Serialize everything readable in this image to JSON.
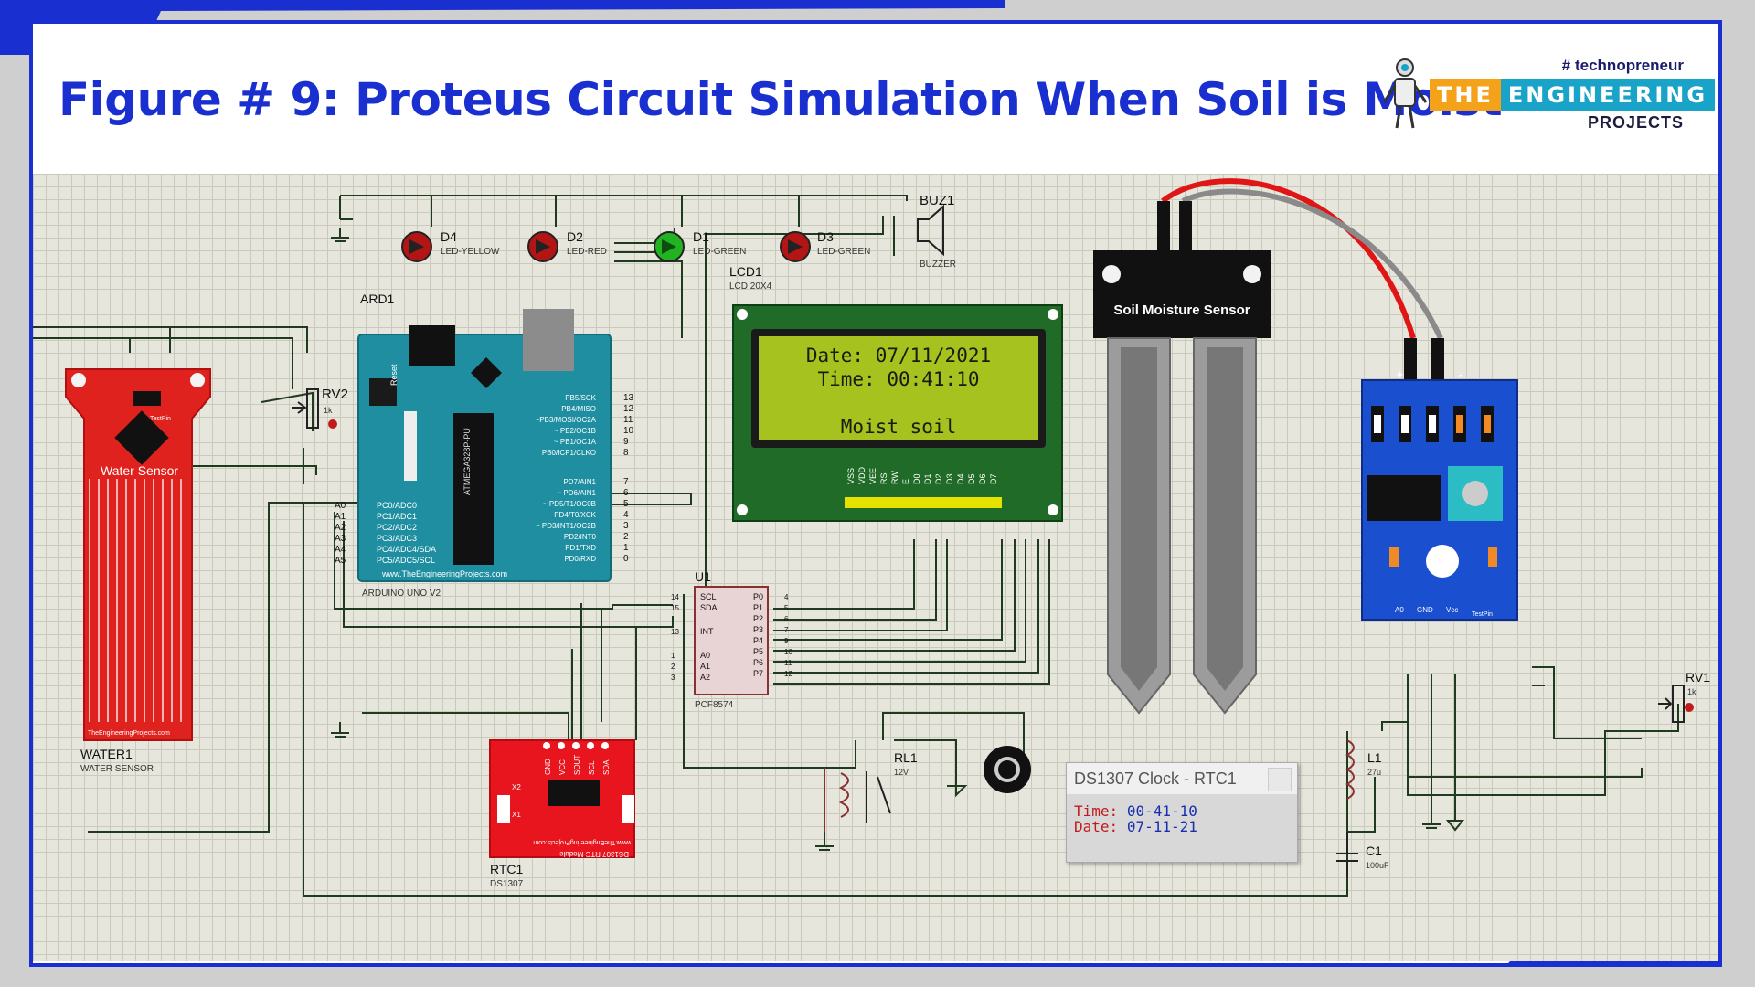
{
  "figure_title": "Figure # 9: Proteus Circuit Simulation When Soil is Moist",
  "logo": {
    "tag": "# technopreneur",
    "the": "THE",
    "engineering": "ENGINEERING",
    "projects": "PROJECTS"
  },
  "leds": [
    {
      "ref": "D4",
      "type": "LED-YELLOW",
      "color": "#d81b1b",
      "lit": false
    },
    {
      "ref": "D2",
      "type": "LED-RED",
      "color": "#d81b1b",
      "lit": false
    },
    {
      "ref": "D1",
      "type": "LED-GREEN",
      "color": "#1aa31a",
      "lit": true
    },
    {
      "ref": "D3",
      "type": "LED-GREEN",
      "color": "#d81b1b",
      "lit": false
    }
  ],
  "buzzer": {
    "ref": "BUZ1",
    "type": "BUZZER"
  },
  "lcd": {
    "ref": "LCD1",
    "type": "LCD 20X4",
    "line1": "Date: 07/11/2021",
    "line2": "Time: 00:41:10",
    "line3": "",
    "line4": "Moist soil",
    "pins": [
      "VSS",
      "VDD",
      "VEE",
      "RS",
      "RW",
      "E",
      "D0",
      "D1",
      "D2",
      "D3",
      "D4",
      "D5",
      "D6",
      "D7"
    ]
  },
  "arduino": {
    "ref": "ARD1",
    "type": "ARDUINO UNO V2",
    "chip": "ATMEGA328P-PU",
    "site": "www.TheEngineeringProjects.com",
    "reset": "Reset",
    "analog_pins": [
      "A0",
      "A1",
      "A2",
      "A3",
      "A4",
      "A5"
    ],
    "analog_labels": [
      "PC0/ADC0",
      "PC1/ADC1",
      "PC2/ADC2",
      "PC3/ADC3",
      "PC4/ADC4/SDA",
      "PC5/ADC5/SCL"
    ],
    "digital_top": [
      "PB5/SCK",
      "PB4/MISO",
      "~PB3/MOSI/OC2A",
      "~ PB2/OC1B",
      "~ PB1/OC1A",
      "PB0/ICP1/CLKO"
    ],
    "digital_bottom": [
      "PD7/AIN1",
      "~ PD6/AIN1",
      "~ PD5/T1/OC0B",
      "PD4/T0/XCK",
      "~ PD3/INT1/OC2B",
      "PD2/INT0",
      "PD1/TXD",
      "PD0/RXD"
    ],
    "pin_numbers_top": [
      "13",
      "12",
      "11",
      "10",
      "9",
      "8"
    ],
    "pin_numbers_bottom": [
      "7",
      "6",
      "5",
      "4",
      "3",
      "2",
      "1",
      "0"
    ]
  },
  "water_sensor": {
    "label": "Water Sensor",
    "ref": "WATER1",
    "type": "WATER SENSOR",
    "site": "TheEngineeringProjects.com",
    "test": "TestPin"
  },
  "rv2": {
    "ref": "RV2",
    "value": "1k"
  },
  "rv1": {
    "ref": "RV1",
    "value": "1k"
  },
  "pcf": {
    "ref": "U1",
    "type": "PCF8574",
    "left_pins": [
      "SCL",
      "SDA",
      "INT",
      "A0",
      "A1",
      "A2"
    ],
    "left_nums": [
      "14",
      "15",
      "13",
      "1",
      "2",
      "3"
    ],
    "right_pins": [
      "P0",
      "P1",
      "P2",
      "P3",
      "P4",
      "P5",
      "P6",
      "P7"
    ],
    "right_nums": [
      "4",
      "5",
      "6",
      "7",
      "9",
      "10",
      "11",
      "12"
    ]
  },
  "rtc": {
    "ref": "RTC1",
    "type": "DS1307",
    "pins": [
      "GND",
      "VCC",
      "SOUT",
      "SCL",
      "SDA"
    ],
    "x1": "X1",
    "x2": "X2",
    "label": "DS1307 RTC Module",
    "site": "www.TheEngineeringProjects.com"
  },
  "relay": {
    "ref": "RL1",
    "value": "12V"
  },
  "soil_sensor": {
    "label": "Soil Moisture Sensor"
  },
  "moisture_module": {
    "pins": [
      "A0",
      "GND",
      "Vcc"
    ],
    "plus": "+",
    "minus": "-",
    "test": "TestPin"
  },
  "inductor": {
    "ref": "L1",
    "value": "27u"
  },
  "capacitor": {
    "ref": "C1",
    "value": "100uF"
  },
  "clock_popup": {
    "title": "DS1307 Clock - RTC1",
    "time_key": "Time:",
    "time_value": "00-41-10",
    "date_key": "Date:",
    "date_value": "07-11-21"
  }
}
